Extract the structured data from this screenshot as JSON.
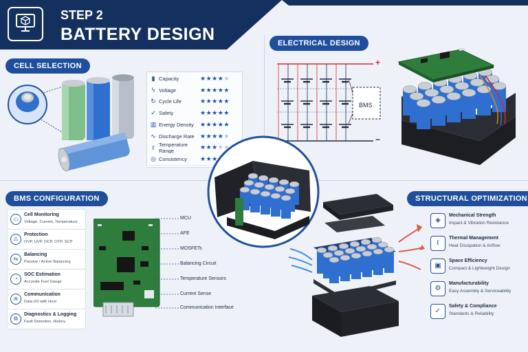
{
  "header": {
    "step": "STEP 2",
    "title": "BATTERY DESIGN",
    "icon": "monitor-cube-icon"
  },
  "cell_selection": {
    "title": "CELL SELECTION",
    "ratings": [
      {
        "label": "Capacity",
        "icon": "battery-icon",
        "stars": 4
      },
      {
        "label": "Voltage",
        "icon": "bolt-icon",
        "stars": 5
      },
      {
        "label": "Cycle Life",
        "icon": "cycle-icon",
        "stars": 4.5
      },
      {
        "label": "Safety",
        "icon": "shield-check-icon",
        "stars": 5
      },
      {
        "label": "Energy Density",
        "icon": "bar-chart-icon",
        "stars": 4.5
      },
      {
        "label": "Discharge Rate",
        "icon": "pulse-icon",
        "stars": 4
      },
      {
        "label": "Temperature Range",
        "icon": "thermometer-icon",
        "stars": 3
      },
      {
        "label": "Consistency",
        "icon": "check-circle-icon",
        "stars": 3
      }
    ]
  },
  "electrical": {
    "title": "ELECTRICAL DESIGN",
    "bms_label": "BMS",
    "plus": "+",
    "minus": "−"
  },
  "bms_config": {
    "title": "BMS CONFIGURATION",
    "items": [
      {
        "title": "Cell Monitoring",
        "sub": "Voltage, Current, Temperature",
        "icon": "monitor-icon"
      },
      {
        "title": "Protection",
        "sub": "OVP, UVP, OCP, OTP, SCP",
        "icon": "protection-icon"
      },
      {
        "title": "Balancing",
        "sub": "Passive / Active Balancing",
        "icon": "balance-icon"
      },
      {
        "title": "SOC Estimation",
        "sub": "Accurate Fuel Gauge",
        "icon": "gauge-icon"
      },
      {
        "title": "Communication",
        "sub": "Data I/O with Host",
        "icon": "wifi-icon"
      },
      {
        "title": "Diagnostics & Logging",
        "sub": "Fault Detection, History",
        "icon": "diagnostics-icon"
      }
    ],
    "pcb_labels": [
      "MCU",
      "AFE",
      "MOSFETs",
      "Balancing Circuit",
      "Temperature Sensors",
      "Current Sense",
      "Communication Interface"
    ]
  },
  "structural": {
    "title": "STRUCTURAL OPTIMIZATION",
    "items": [
      {
        "title": "Mechanical Strength",
        "sub": "Impact & Vibration Resistance",
        "icon": "shield-icon"
      },
      {
        "title": "Thermal Management",
        "sub": "Heat Dissipation & Airflow",
        "icon": "thermometer-icon"
      },
      {
        "title": "Space Efficiency",
        "sub": "Compact & Lightweight Design",
        "icon": "cube-icon"
      },
      {
        "title": "Manufacturability",
        "sub": "Easy Assembly & Serviceability",
        "icon": "gear-icon"
      },
      {
        "title": "Safety & Compliance",
        "sub": "Standards & Reliability",
        "icon": "shield-check-icon"
      }
    ]
  },
  "colors": {
    "navy": "#14305f",
    "accent": "#1f4f9c",
    "cell_blue": "#2f6fd0",
    "cell_green": "#7fbf8a",
    "cell_silver": "#b8bfc9",
    "pcb_green": "#2f7d3d"
  }
}
